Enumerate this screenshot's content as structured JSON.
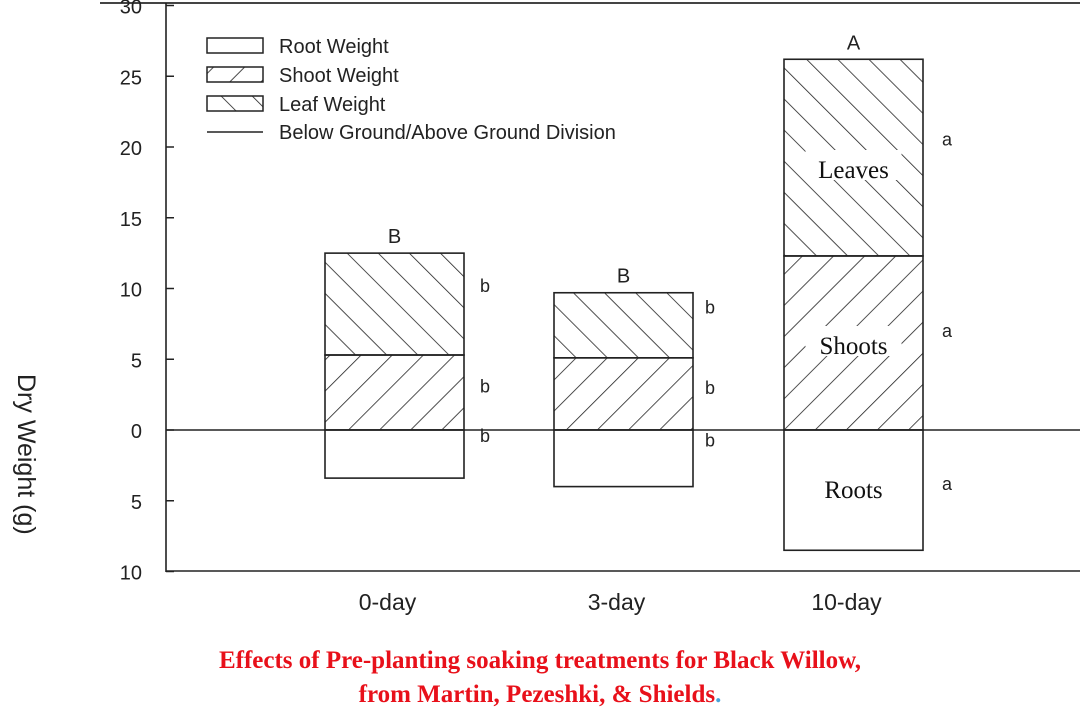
{
  "chart_data": {
    "type": "bar",
    "stacked": true,
    "ylabel": "Dry Weight (g)",
    "y_tick_labels": [
      "10",
      "5",
      "0",
      "5",
      "10",
      "15",
      "20",
      "25",
      "30"
    ],
    "ylim": [
      -10,
      30
    ],
    "y_ticks": [
      -10,
      -5,
      0,
      5,
      10,
      15,
      20,
      25,
      30
    ],
    "categories": [
      "0-day",
      "3-day",
      "10-day"
    ],
    "series": [
      {
        "name": "Root Weight",
        "values": [
          -3.4,
          -4.0,
          -8.5
        ],
        "pattern": "none",
        "letters": [
          "b",
          "b",
          "a"
        ]
      },
      {
        "name": "Shoot Weight",
        "values": [
          5.3,
          5.1,
          12.3
        ],
        "pattern": "hatch-forward",
        "letters": [
          "b",
          "b",
          "a"
        ]
      },
      {
        "name": "Leaf Weight",
        "values": [
          7.2,
          4.6,
          13.9
        ],
        "pattern": "hatch-back",
        "letters": [
          "b",
          "b",
          "a"
        ]
      }
    ],
    "group_letters": [
      "B",
      "B",
      "A"
    ],
    "division_line_label": "Below Ground/Above Ground Division",
    "legend": [
      "Root Weight",
      "Shoot Weight",
      "Leaf Weight",
      "Below Ground/Above Ground Division"
    ],
    "legend_position": "top-left",
    "annotations": {
      "leaves": "Leaves",
      "shoots": "Shoots",
      "roots": "Roots"
    },
    "colors": {
      "ink": "#222222",
      "caption": "#e8101a"
    }
  },
  "caption": {
    "line1": "Effects of Pre-planting soaking treatments for Black Willow,",
    "line2": "from Martin, Pezeshki, & Shields",
    "end_mark": "."
  }
}
